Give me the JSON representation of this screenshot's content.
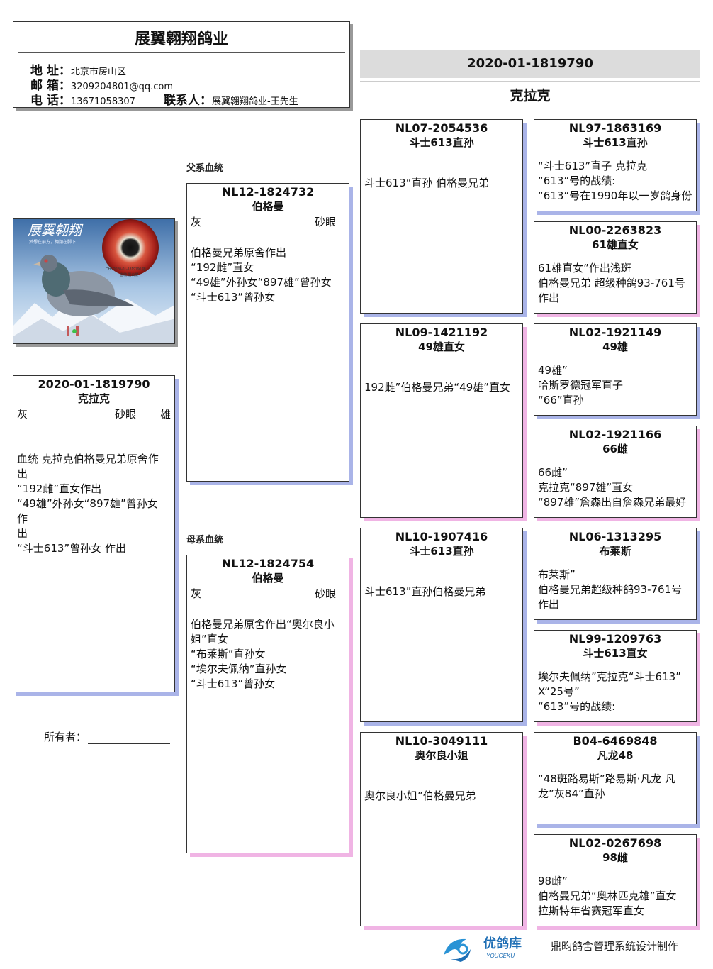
{
  "company": {
    "name": "展翼翱翔鸽业",
    "address_label": "地 址：",
    "address": "北京市房山区",
    "email_label": "邮 箱：",
    "email": "3209204801@qq.com",
    "phone_label": "电 话：",
    "phone": "13671058307",
    "contact_label": "联系人：",
    "contact": "展翼翱翔鸽业-王先生"
  },
  "title": {
    "ring": "2020-01-1819790",
    "name": "克拉克"
  },
  "labels": {
    "sire_line": "父系血统",
    "dam_line": "母系血统",
    "owner": "所有者："
  },
  "subject": {
    "ring": "2020-01-1819790",
    "name": "克拉克",
    "color": "灰",
    "eye": "砂眼",
    "sex": "雄",
    "notes": "血统 克拉克伯格曼兄弟原舍作\n出\n“192雌”直女作出\n“49雄”外孙女“897雄”曾孙女 作\n出\n“斗士613”曾孙女 作出"
  },
  "sire": {
    "ring": "NL12-1824732",
    "name": "伯格曼",
    "color": "灰",
    "eye": "砂眼",
    "notes": "伯格曼兄弟原舍作出\n“192雌”直女\n“49雄”外孙女“897雄”曾孙女\n“斗士613”曾孙女"
  },
  "dam": {
    "ring": "NL12-1824754",
    "name": "伯格曼",
    "color": "灰",
    "eye": "砂眼",
    "notes": "伯格曼兄弟原舍作出“奥尔良小\n姐”直女\n“布莱斯”直孙女\n“埃尔夫佩纳”直孙女\n“斗士613”曾孙女"
  },
  "grand": [
    {
      "ring": "NL07-2054536",
      "name": "斗士613直孙",
      "notes": "斗士613”直孙 伯格曼兄弟"
    },
    {
      "ring": "NL09-1421192",
      "name": "49雄直女",
      "notes": "192雌”伯格曼兄弟“49雄”直女"
    },
    {
      "ring": "NL10-1907416",
      "name": "斗士613直孙",
      "notes": "斗士613”直孙伯格曼兄弟"
    },
    {
      "ring": "NL10-3049111",
      "name": "奥尔良小姐",
      "notes": "奥尔良小姐”伯格曼兄弟"
    }
  ],
  "great": [
    {
      "ring": "NL97-1863169",
      "name": "斗士613直孙",
      "notes": "“斗士613”直子 克拉克\n“613”号的战绩:\n“613”号在1990年以一岁鸽身份"
    },
    {
      "ring": "NL00-2263823",
      "name": "61雄直女",
      "notes": "61雄直女”作出浅斑\n伯格曼兄弟 超级种鸽93-761号\n作出"
    },
    {
      "ring": "NL02-1921149",
      "name": "49雄",
      "notes": "49雄”\n哈斯罗德冠军直子\n“66”直孙"
    },
    {
      "ring": "NL02-1921166",
      "name": "66雌",
      "notes": "66雌”\n克拉克“897雄”直女\n“897雄”詹森出自詹森兄弟最好"
    },
    {
      "ring": "NL06-1313295",
      "name": "布莱斯",
      "notes": "布莱斯”\n伯格曼兄弟超级种鸽93-761号\n作出"
    },
    {
      "ring": "NL99-1209763",
      "name": "斗士613直女",
      "notes": "埃尔夫佩纳”克拉克“斗士613”\nX“25号”\n“613”号的战绩:"
    },
    {
      "ring": "B04-6469848",
      "name": "凡龙48",
      "notes": "“48斑路易斯”路易斯·凡龙 凡\n龙”灰84”直孙"
    },
    {
      "ring": "NL02-0267698",
      "name": "98雌",
      "notes": "98雌”\n伯格曼兄弟“奥林匹克雄”直女\n拉斯特年省赛冠军直女"
    }
  ],
  "photo": {
    "logo_text": "展翼翱翔",
    "slogan": "梦想在前方，翱翔在脚下",
    "caption": "CHN2020-01-1819790 雄",
    "sub_caption": "血统 爱公棠"
  },
  "footer": {
    "logo_text": "优鸽库",
    "logo_sub": "YOUGEKU",
    "credit": "鼎昀鸽舍管理系统设计制作"
  }
}
